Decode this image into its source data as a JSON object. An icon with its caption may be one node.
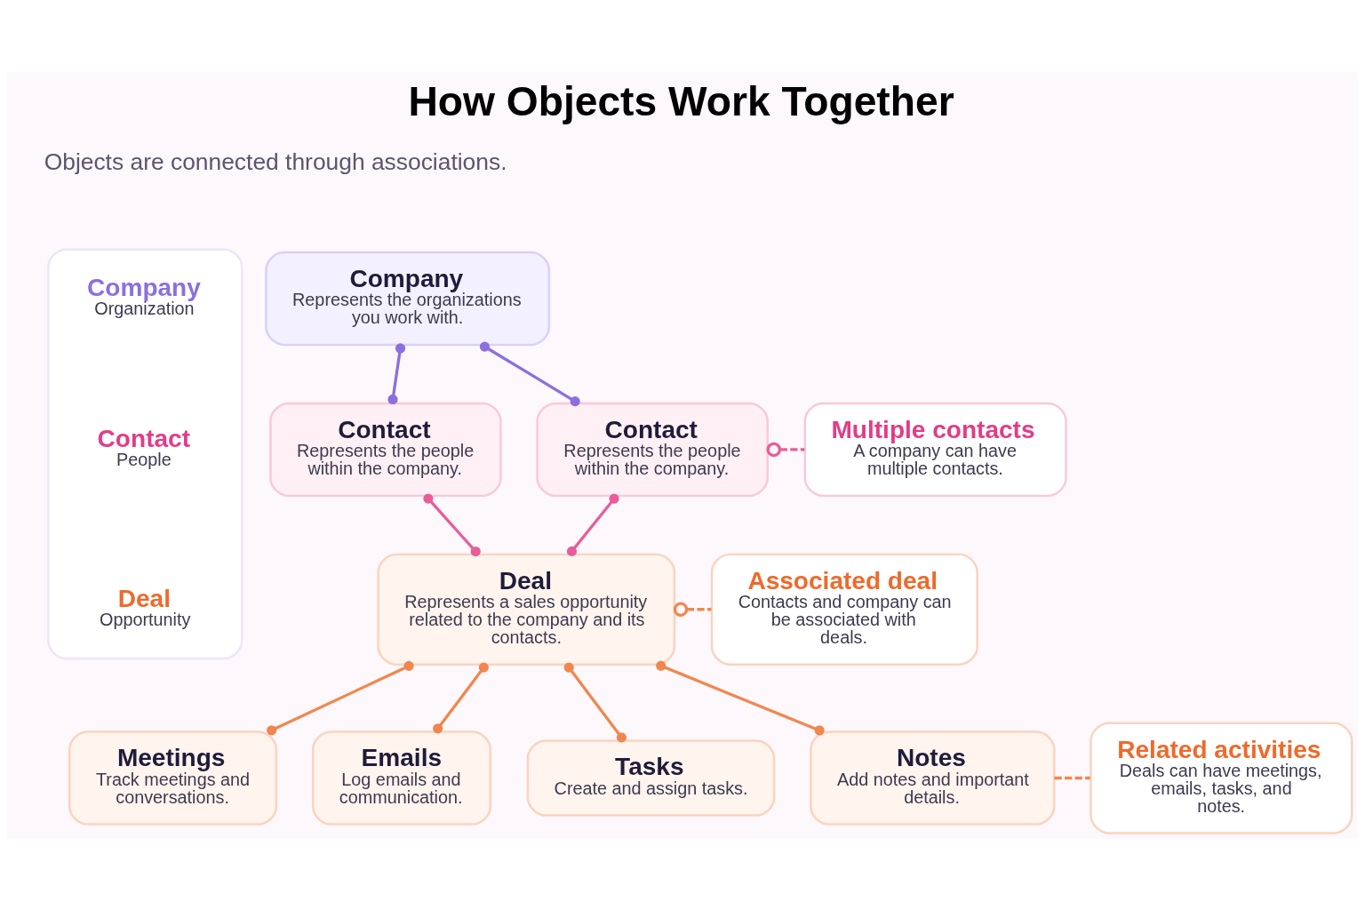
{
  "diagram": {
    "title": "How Objects Work Together",
    "nodes": [
      {
        "text": [
          "Company",
          "Represents the organizations you work with."
        ]
      },
      {
        "text": [
          "Contact",
          "Represents the people within the company."
        ]
      },
      {
        "text": [
          "Contact",
          "Represents the people within the company."
        ]
      },
      {
        "text": [
          "Deal",
          "Represents a sales opportunity related to the company and its contacts."
        ]
      },
      {
        "text": [
          "Meetings",
          "Track meetings and conversations."
        ]
      },
      {
        "text": [
          "Emails",
          "Log emails and communication."
        ]
      },
      {
        "text": [
          "Tasks",
          "Create and assign tasks."
        ]
      },
      {
        "text": [
          "Notes",
          "Add notes and important details."
        ]
      },
      {
        "text": [
          "Multiple contacts",
          "A company can have multiple contacts."
        ]
      },
      {
        "text": [
          "Associated deal",
          "Contacts and company can be associated with deals."
        ]
      },
      {
        "text": [
          "Related activities",
          "Deals can have meetings, emails, tasks, and notes."
        ]
      },
      {
        "text": [],
        "shape": "box"
      },
      {
        "text": [
          "Company",
          "Organization"
        ],
        "in": 11
      },
      {
        "text": [
          "Contact",
          "People"
        ],
        "in": 11
      },
      {
        "text": [
          "Deal",
          "Opportunity"
        ],
        "in": 11
      }
    ],
    "edges": [
      {
        "from": 0,
        "to": 1,
        "arrow": "other",
        "color": "#8b6fe0"
      },
      {
        "from": 0,
        "to": 2,
        "arrow": "other",
        "color": "#8b6fe0"
      },
      {
        "from": 1,
        "to": 3,
        "arrow": "other",
        "color": "#e85d9a"
      },
      {
        "from": 2,
        "to": 3,
        "arrow": "other",
        "color": "#e85d9a"
      },
      {
        "from": 3,
        "to": 4,
        "arrow": "other",
        "color": "#f0874f"
      },
      {
        "from": 3,
        "to": 5,
        "arrow": "other",
        "color": "#f0874f"
      },
      {
        "from": 3,
        "to": 6,
        "arrow": "other",
        "color": "#f0874f"
      },
      {
        "from": 3,
        "to": 7,
        "arrow": "other",
        "color": "#f0874f"
      },
      {
        "from": 2,
        "to": 8,
        "arrow": "other",
        "style": "dashed",
        "color": "#e85d9a"
      },
      {
        "from": 3,
        "to": 9,
        "arrow": "other",
        "style": "dashed",
        "color": "#f0874f"
      },
      {
        "from": 7,
        "to": 10,
        "arrow": "none",
        "style": "dashed",
        "color": "#f0874f"
      }
    ],
    "labels": [
      "Objects are connected through associations."
    ]
  }
}
